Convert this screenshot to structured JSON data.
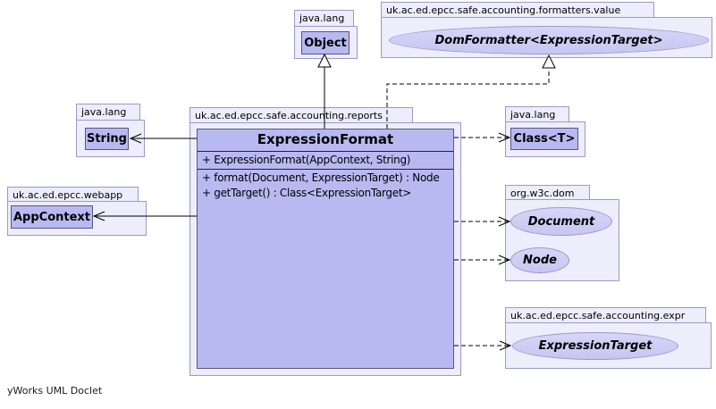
{
  "credit": "yWorks UML Doclet",
  "colors": {
    "package_fill": "#EDEDFB",
    "package_border": "#9A9AC8",
    "class_fill": "#B9B9F2",
    "class_border": "#55577D",
    "interface_fill": "#CCCCF4",
    "interface_border": "#9A9AC8",
    "edge_color": "#000000"
  },
  "packages": {
    "object_pkg": {
      "name": "java.lang",
      "class_name": "Object"
    },
    "formatters_value": {
      "name": "uk.ac.ed.epcc.safe.accounting.formatters.value",
      "interface_name": "DomFormatter<ExpressionTarget>"
    },
    "string_pkg": {
      "name": "java.lang",
      "class_name": "String"
    },
    "reports": {
      "name": "uk.ac.ed.epcc.safe.accounting.reports",
      "class_name": "ExpressionFormat",
      "members": {
        "constructor": "+ ExpressionFormat(AppContext, String)",
        "method1": "+ format(Document, ExpressionTarget) : Node",
        "method2": "+ getTarget() : Class<ExpressionTarget>"
      }
    },
    "class_pkg": {
      "name": "java.lang",
      "class_name": "Class<T>"
    },
    "webapp": {
      "name": "uk.ac.ed.epcc.webapp",
      "class_name": "AppContext"
    },
    "dom": {
      "name": "org.w3c.dom",
      "interfaces": {
        "document": "Document",
        "node": "Node"
      }
    },
    "expr": {
      "name": "uk.ac.ed.epcc.safe.accounting.expr",
      "interface_name": "ExpressionTarget"
    }
  },
  "relationships": [
    {
      "from": "ExpressionFormat",
      "to": "Object",
      "type": "generalization",
      "line": "solid",
      "head": "hollow-triangle"
    },
    {
      "from": "ExpressionFormat",
      "to": "DomFormatter<ExpressionTarget>",
      "type": "realization",
      "line": "dashed",
      "head": "hollow-triangle"
    },
    {
      "from": "ExpressionFormat",
      "to": "String",
      "type": "association",
      "line": "solid",
      "head": "open-arrow"
    },
    {
      "from": "ExpressionFormat",
      "to": "AppContext",
      "type": "association",
      "line": "solid",
      "head": "open-arrow"
    },
    {
      "from": "ExpressionFormat",
      "to": "Class<T>",
      "type": "dependency",
      "line": "dashed",
      "head": "open-arrow"
    },
    {
      "from": "ExpressionFormat",
      "to": "Document",
      "type": "dependency",
      "line": "dashed",
      "head": "open-arrow"
    },
    {
      "from": "ExpressionFormat",
      "to": "Node",
      "type": "dependency",
      "line": "dashed",
      "head": "open-arrow"
    },
    {
      "from": "ExpressionFormat",
      "to": "ExpressionTarget",
      "type": "dependency",
      "line": "dashed",
      "head": "open-arrow"
    }
  ]
}
